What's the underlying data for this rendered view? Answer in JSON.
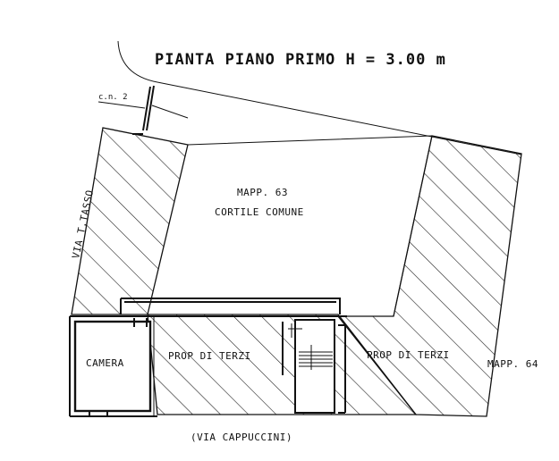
{
  "title": "PIANTA PIANO PRIMO   H = 3.00 m",
  "cn_label": "c.n. 2",
  "street_left": "VIA T.TASSO",
  "courtyard": {
    "line1": "MAPP. 63",
    "line2": "CORTILE COMUNE"
  },
  "room_label": "CAMERA",
  "third_party_left": "PROP DI TERZI",
  "third_party_right": "PROP DI TERZI",
  "mapp_right": "MAPP. 64",
  "street_bottom": "(VIA CAPPUCCINI)",
  "colors": {
    "ink": "#111111",
    "paper": "#ffffff"
  }
}
